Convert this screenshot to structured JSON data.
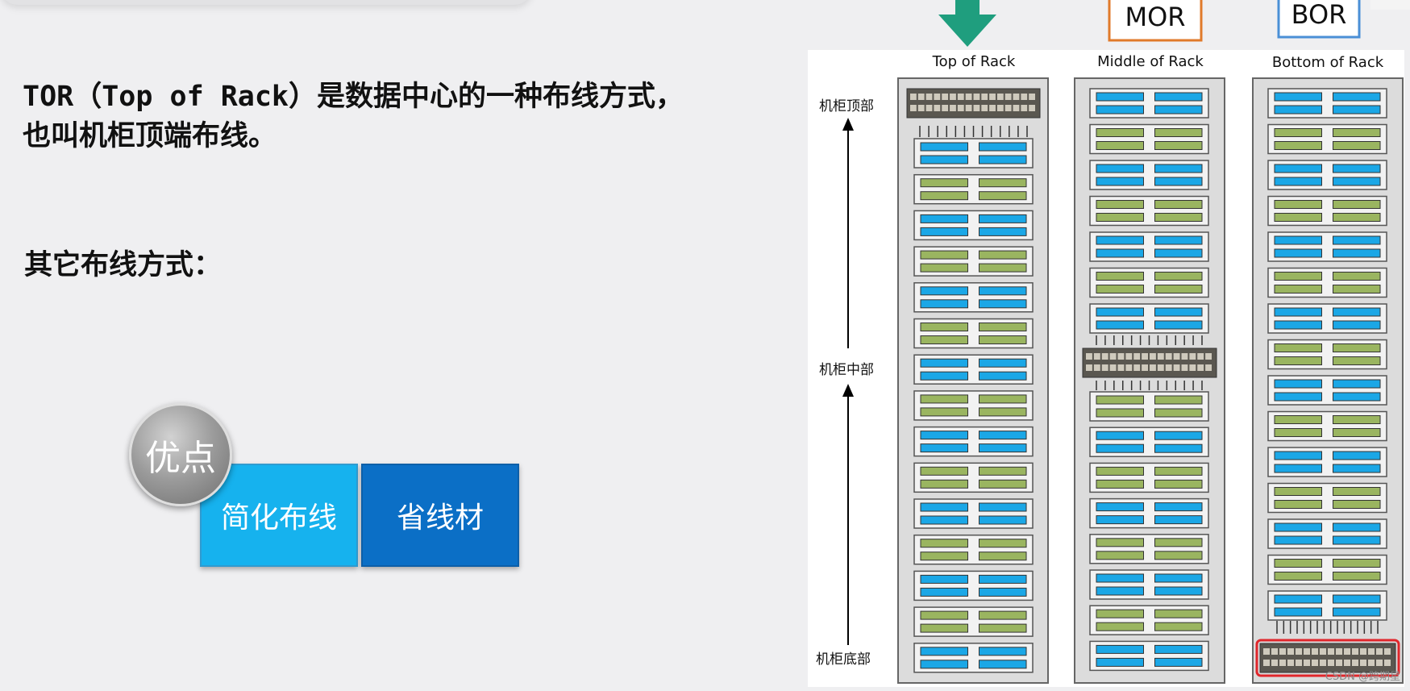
{
  "intro": {
    "line1": "TOR（Top of Rack）是数据中心的一种布线方式，",
    "line2": "也叫机柜顶端布线。"
  },
  "other_methods_label": "其它布线方式：",
  "advantages": {
    "badge": "优点",
    "items": [
      "简化布线",
      "省线材"
    ]
  },
  "diagram": {
    "top_labels": [
      "MOR",
      "BOR"
    ],
    "racks": [
      {
        "title": "Top of Rack",
        "switch_position": "top"
      },
      {
        "title": "Middle of Rack",
        "switch_position": "middle"
      },
      {
        "title": "Bottom of Rack",
        "switch_position": "bottom",
        "highlight": true
      }
    ],
    "zones": [
      "机柜顶部",
      "机柜中部",
      "机柜底部"
    ],
    "colors": {
      "blue_server": "#1ba7e6",
      "green_server": "#9ab560",
      "highlight": "#e0262b",
      "arrow": "#1f9e7e",
      "mor_box": "#e07a2a",
      "bor_box": "#4a8fd6"
    },
    "watermark": "CSDN @跨期星"
  }
}
